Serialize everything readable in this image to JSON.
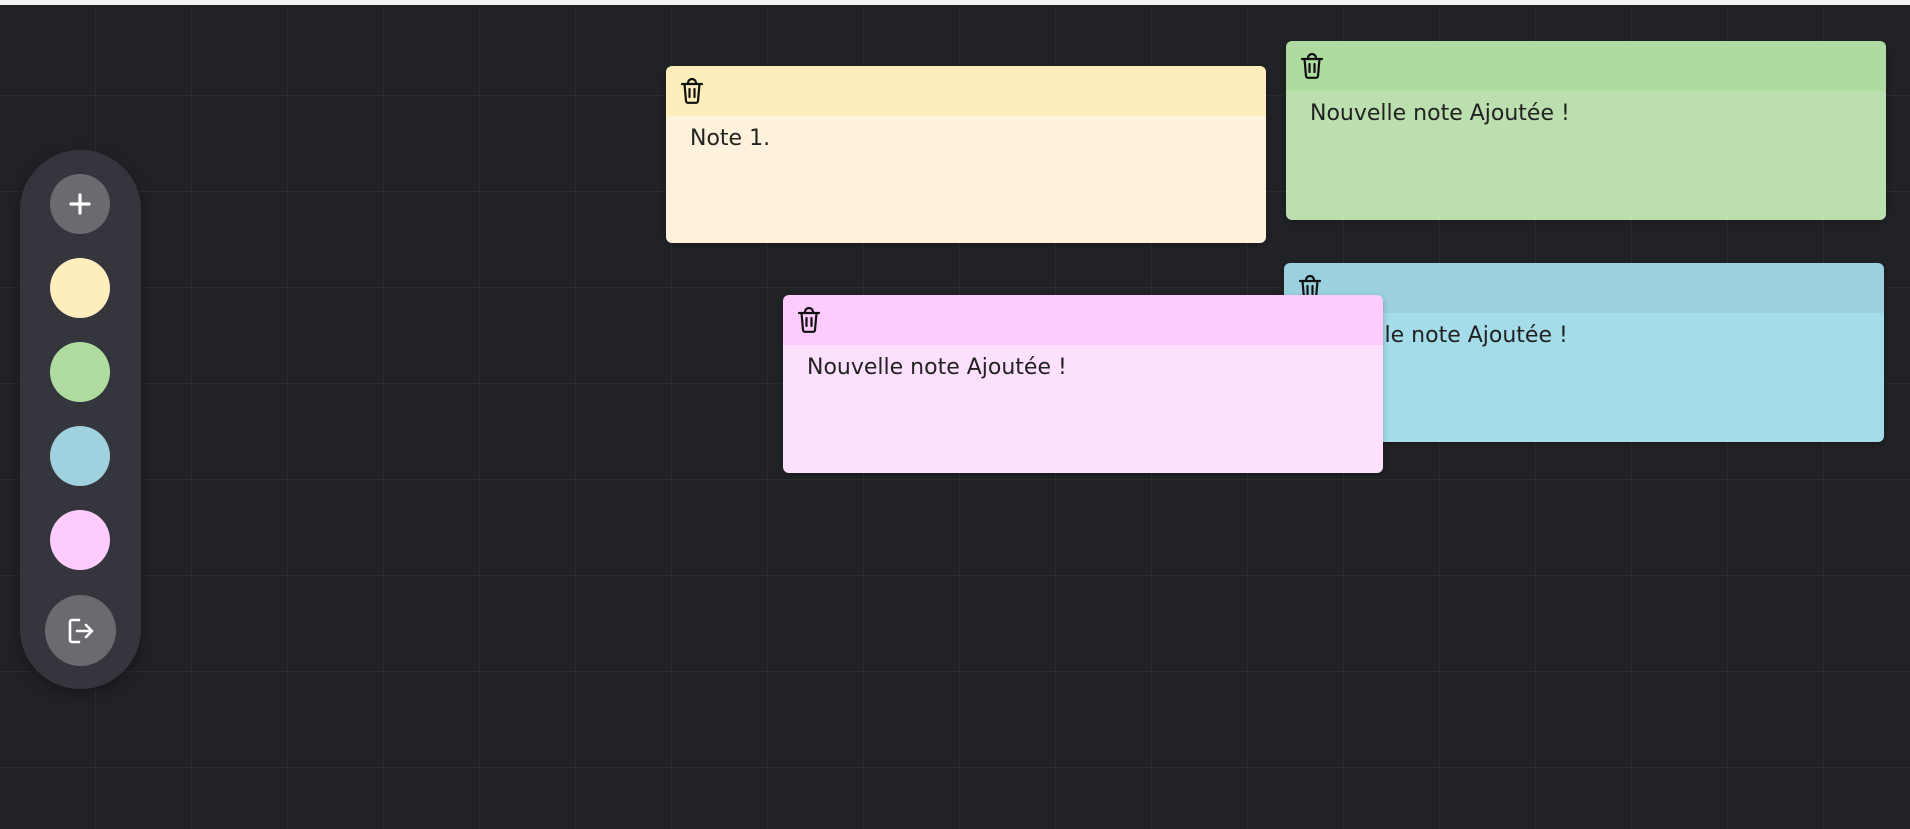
{
  "toolbar": {
    "add_icon": "plus-icon",
    "swatches": [
      {
        "name": "yellow",
        "color": "#feeebb"
      },
      {
        "name": "green",
        "color": "#b0dca2"
      },
      {
        "name": "blue",
        "color": "#9fd1df"
      },
      {
        "name": "pink",
        "color": "#fdcbfe"
      }
    ],
    "logout_icon": "logout-icon",
    "button_color": "#6a6a6f"
  },
  "notes": [
    {
      "id": "yellow",
      "text": "Note 1.",
      "header_color": "#feeebb",
      "body_color": "#fef2dc",
      "icon": "trash-icon"
    },
    {
      "id": "green",
      "text": "Nouvelle note Ajoutée !",
      "header_color": "#afdba0",
      "body_color": "#bcdfb0",
      "icon": "trash-icon"
    },
    {
      "id": "blue",
      "text": "Nouvelle note Ajoutée !",
      "header_color": "#9bd1df",
      "body_color": "#a4dce9",
      "icon": "trash-icon"
    },
    {
      "id": "pink",
      "text": "Nouvelle note Ajoutée !",
      "header_color": "#fdcbfe",
      "body_color": "#fde0fe",
      "icon": "trash-icon"
    }
  ],
  "theme": {
    "background": "#212226",
    "sidebar": "#35363d"
  }
}
